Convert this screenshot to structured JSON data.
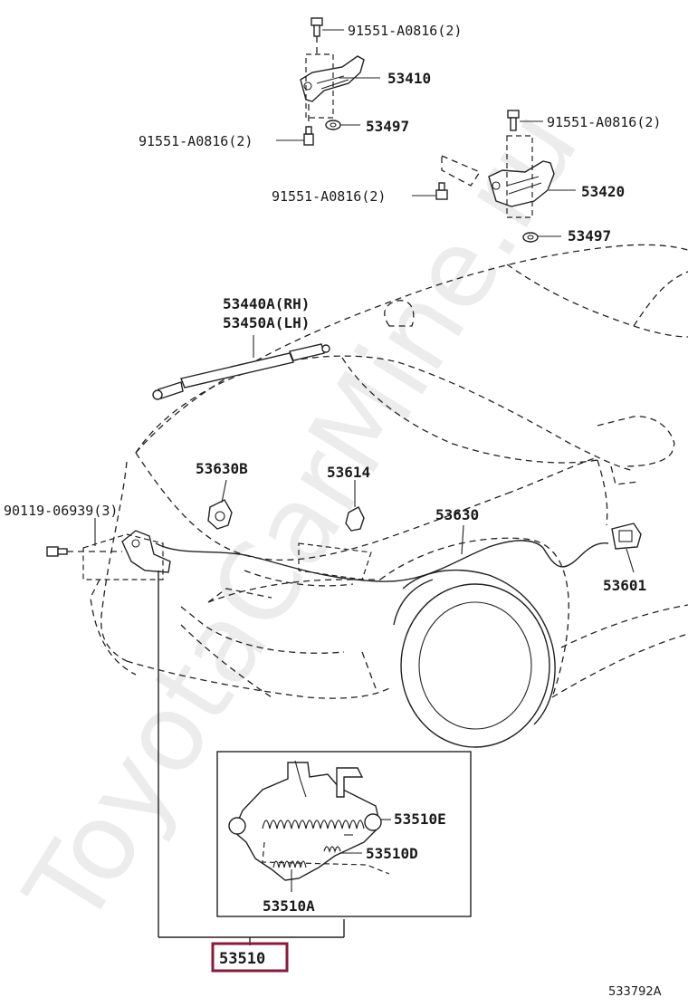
{
  "watermark": "ToyotaCarMine.ru",
  "figure_code": "533792A",
  "callouts": {
    "bolt_top": "91551-A0816(2)",
    "hinge_lh": "53410",
    "washer_lh": "53497",
    "bolt_lh_lower": "91551-A0816(2)",
    "bolt_rh_upper": "91551-A0816(2)",
    "bolt_rh_lower": "91551-A0816(2)",
    "hinge_rh": "53420",
    "washer_rh": "53497",
    "support_rh": "53440A(RH)",
    "support_lh": "53450A(LH)",
    "clamp_a": "53630B",
    "clip": "53614",
    "bolt_lock": "90119-06939(3)",
    "cable": "53630",
    "handle": "53601",
    "spring_e": "53510E",
    "spring_d": "53510D",
    "spring_a": "53510A",
    "lock_assy": "53510"
  },
  "colors": {
    "highlight": "#8b1a3a",
    "line": "#222222"
  }
}
